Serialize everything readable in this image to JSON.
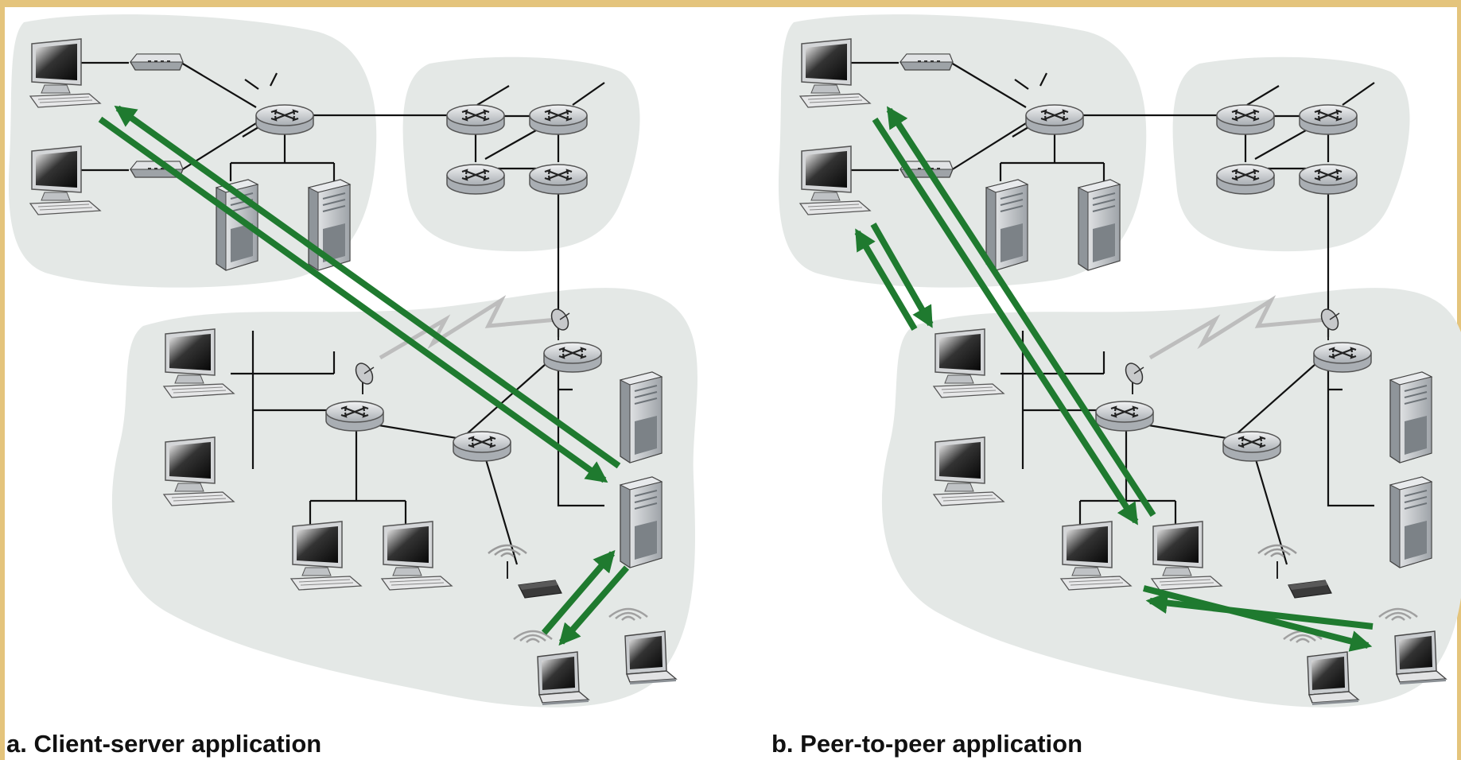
{
  "panels": [
    {
      "id": "a",
      "caption": "a. Client-server application"
    },
    {
      "id": "b",
      "caption": "b. Peer-to-peer application"
    }
  ],
  "colors": {
    "frame": "#e4c47c",
    "cloud": "#e4e8e6",
    "link": "#111111",
    "arrow": "#1f7a2f",
    "device": "#b8bcc0",
    "wireless": "#a9a9a9"
  },
  "icons": [
    "computer-icon",
    "router-icon",
    "server-icon",
    "modem-icon",
    "laptop-icon",
    "access-point-icon",
    "satellite-dish-icon"
  ]
}
